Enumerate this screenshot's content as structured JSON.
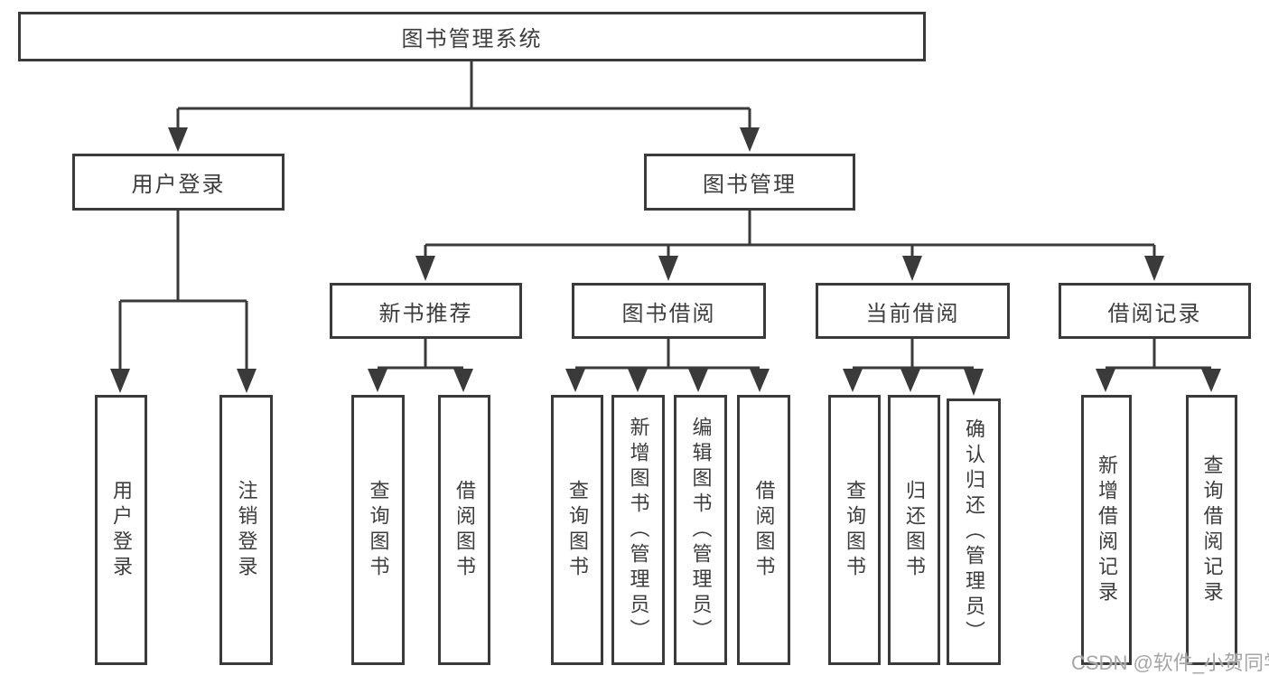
{
  "diagram": {
    "root": {
      "label": "图书管理系统"
    },
    "branches": [
      {
        "label": "用户登录",
        "children": [
          {
            "label": "用户登录"
          },
          {
            "label": "注销登录"
          }
        ]
      },
      {
        "label": "图书管理",
        "children": [
          {
            "label": "新书推荐",
            "children": [
              {
                "label": "查询图书"
              },
              {
                "label": "借阅图书"
              }
            ]
          },
          {
            "label": "图书借阅",
            "children": [
              {
                "label": "查询图书"
              },
              {
                "label": "新增图书（管理员）"
              },
              {
                "label": "编辑图书（管理员）"
              },
              {
                "label": "借阅图书"
              }
            ]
          },
          {
            "label": "当前借阅",
            "children": [
              {
                "label": "查询图书"
              },
              {
                "label": "归还图书"
              },
              {
                "label": "确认归还（管理员）"
              }
            ]
          },
          {
            "label": "借阅记录",
            "children": [
              {
                "label": "新增借阅记录"
              },
              {
                "label": "查询借阅记录"
              }
            ]
          }
        ]
      }
    ]
  },
  "watermark": {
    "text": "CSDN @软件_小贺同学"
  },
  "colors": {
    "line": "#3a3a3a",
    "text": "#3d3d3d",
    "watermark": "#a6a6a6",
    "background": "#ffffff"
  }
}
